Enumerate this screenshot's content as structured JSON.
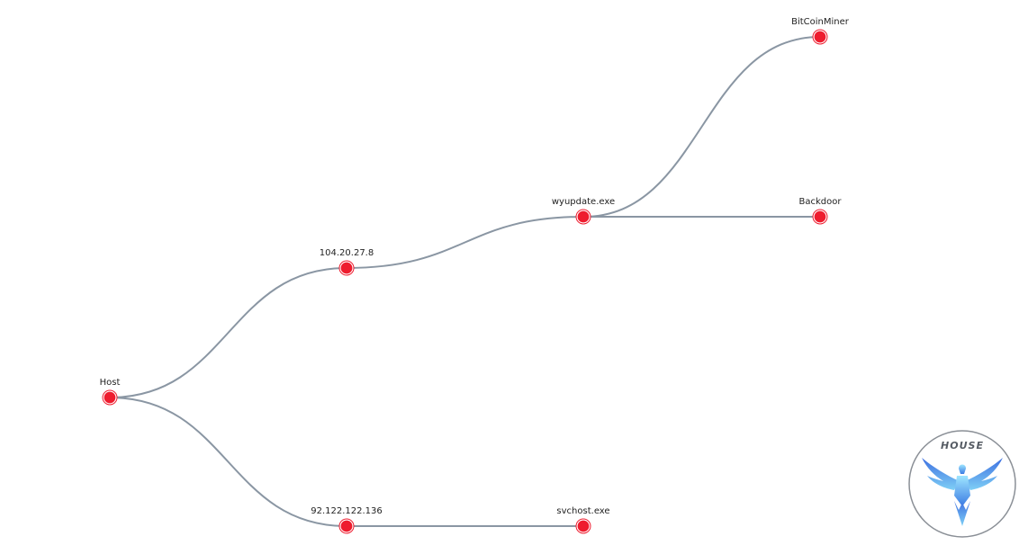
{
  "diagram": {
    "type": "tree",
    "nodes": [
      {
        "id": "host",
        "label": "Host"
      },
      {
        "id": "ip1",
        "label": "104.20.27.8"
      },
      {
        "id": "ip2",
        "label": "92.122.122.136"
      },
      {
        "id": "wyupdate",
        "label": "wyupdate.exe"
      },
      {
        "id": "svchost",
        "label": "svchost.exe"
      },
      {
        "id": "miner",
        "label": "BitCoinMiner"
      },
      {
        "id": "backdoor",
        "label": "Backdoor"
      }
    ],
    "edges": [
      {
        "from": "host",
        "to": "ip1"
      },
      {
        "from": "host",
        "to": "ip2"
      },
      {
        "from": "ip1",
        "to": "wyupdate"
      },
      {
        "from": "ip2",
        "to": "svchost"
      },
      {
        "from": "wyupdate",
        "to": "miner"
      },
      {
        "from": "wyupdate",
        "to": "backdoor"
      }
    ],
    "colors": {
      "node": "#ee1c2e",
      "link": "#8a96a3"
    }
  },
  "logo": {
    "text": "HOUSE"
  }
}
